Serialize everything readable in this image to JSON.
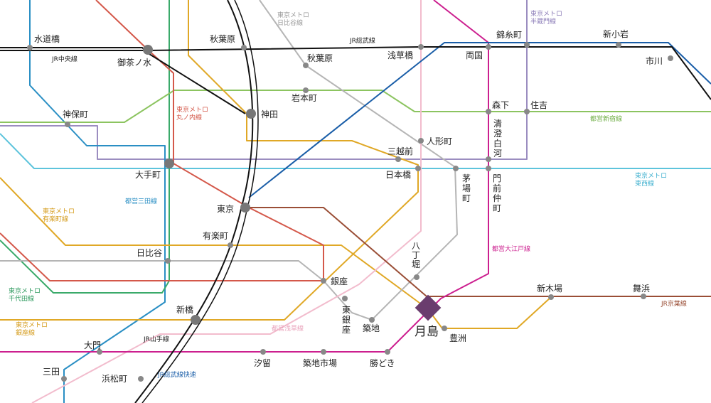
{
  "colors": {
    "jr_chuo": "#111111",
    "jr_sobu": "#111111",
    "yamanote": "#111111",
    "marunouchi": "#d4584a",
    "hibiya": "#b5b5b5",
    "hanzomon": "#9b8dc0",
    "tozai": "#5ec4dc",
    "yurakucho": "#e0a826",
    "chiyoda": "#3aaa6a",
    "ginza": "#e0a826",
    "mita": "#2a8fc4",
    "shinjuku": "#8cc460",
    "oedo": "#cc1f8f",
    "asakusa": "#f2bccd",
    "keiyo": "#9a4e36",
    "sobu_rapid": "#1a5ea8",
    "target": "#6a3d6e"
  },
  "line_labels": {
    "jr_chuo": "JR中央線",
    "jr_sobu": "JR総武線",
    "hibiya": [
      "東京メトロ",
      "日比谷線"
    ],
    "hanzomon": [
      "東京メトロ",
      "半蔵門線"
    ],
    "marunouchi": [
      "東京メトロ",
      "丸ノ内線"
    ],
    "shinjuku": "都営新宿線",
    "tozai": [
      "東京メトロ",
      "東西線"
    ],
    "mita": "都営三田線",
    "yurakucho": [
      "東京メトロ",
      "有楽町線"
    ],
    "oedo": "都営大江戸線",
    "chiyoda": [
      "東京メトロ",
      "千代田線"
    ],
    "ginza": [
      "東京メトロ",
      "銀座線"
    ],
    "asakusa": "都営浅草線",
    "yamanote": "JR山手線",
    "sobu_rapid": "JR総武線快速",
    "keiyo": "JR京葉線"
  },
  "stations": {
    "suidobashi": "水道橋",
    "ochanomizu": "御茶ノ水",
    "akihabara_jr": "秋葉原",
    "akihabara_h": "秋葉原",
    "asakusabashi": "浅草橋",
    "ryogoku": "両国",
    "kinshicho": "錦糸町",
    "shinkoiwa": "新小岩",
    "ichikawa": "市川",
    "iwamotocho": "岩本町",
    "kanda": "神田",
    "jimbocho": "神保町",
    "morishita": "森下",
    "sumiyoshi": "住吉",
    "kiyosumi": "清澄白河",
    "ningyocho": "人形町",
    "mitsukoshimae": "三越前",
    "otemachi": "大手町",
    "nihombashi": "日本橋",
    "kayabacho": "茅場町",
    "monzennakacho": "門前仲町",
    "tokyo": "東京",
    "yurakucho": "有楽町",
    "hibiya": "日比谷",
    "hatchobori": "八丁堀",
    "ginza": "銀座",
    "higashiginza": "東銀座",
    "tsukiji": "築地",
    "shinbashi": "新橋",
    "tsukishima": "月島",
    "toyosu": "豊洲",
    "shinkiba": "新木場",
    "maihama": "舞浜",
    "daimon": "大門",
    "shiodome": "汐留",
    "tsukijishijo": "築地市場",
    "kachidoki": "勝どき",
    "hamamatsucho": "浜松町",
    "mita": "三田"
  }
}
